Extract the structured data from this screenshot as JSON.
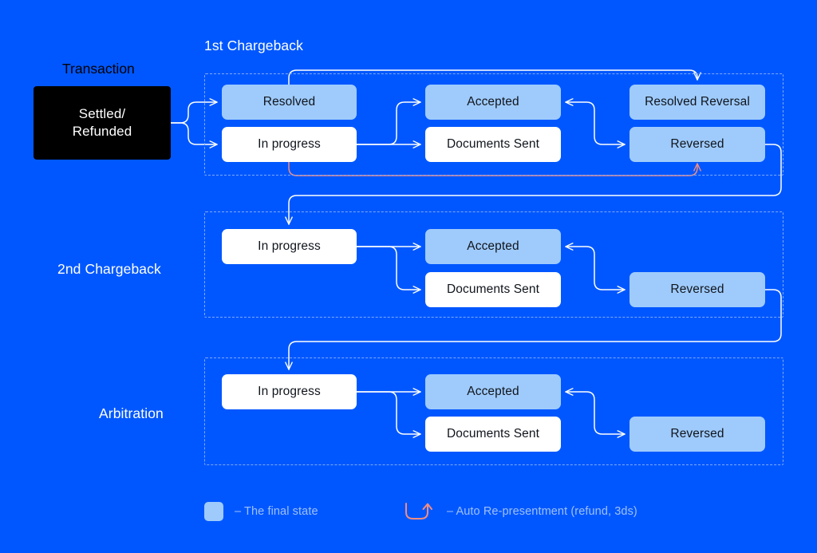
{
  "diagram": {
    "title_labels": {
      "transaction": "Transaction",
      "chargeback_1": "1st Chargeback",
      "chargeback_2": "2nd Chargeback",
      "arbitration": "Arbitration"
    },
    "colors": {
      "background": "#0057FF",
      "final_state": "#9FCBFC",
      "normal_state": "#FFFFFF",
      "transaction_state": "#000000",
      "auto_representment_arrow": "#F28C82",
      "connector": "#FFFFFF",
      "lane_border": "#7FA9FF",
      "legend_text": "#9FC0FF"
    },
    "transaction": {
      "state": "Settled/\nRefunded",
      "state_line_1": "Settled/",
      "state_line_2": "Refunded"
    },
    "lanes": [
      {
        "id": "chargeback-1",
        "label": "1st Chargeback",
        "nodes": [
          {
            "id": "resolved-1",
            "label": "Resolved",
            "final": true
          },
          {
            "id": "in-progress-1",
            "label": "In progress",
            "final": false
          },
          {
            "id": "accepted-1",
            "label": "Accepted",
            "final": true
          },
          {
            "id": "documents-1",
            "label": "Documents Sent",
            "final": false
          },
          {
            "id": "res-reversal-1",
            "label": "Resolved Reversal",
            "final": true
          },
          {
            "id": "reversed-1",
            "label": "Reversed",
            "final": true
          }
        ]
      },
      {
        "id": "chargeback-2",
        "label": "2nd Chargeback",
        "nodes": [
          {
            "id": "in-progress-2",
            "label": "In progress",
            "final": false
          },
          {
            "id": "accepted-2",
            "label": "Accepted",
            "final": true
          },
          {
            "id": "documents-2",
            "label": "Documents Sent",
            "final": false
          },
          {
            "id": "reversed-2",
            "label": "Reversed",
            "final": true
          }
        ]
      },
      {
        "id": "arbitration",
        "label": "Arbitration",
        "nodes": [
          {
            "id": "in-progress-3",
            "label": "In progress",
            "final": false
          },
          {
            "id": "accepted-3",
            "label": "Accepted",
            "final": true
          },
          {
            "id": "documents-3",
            "label": "Documents Sent",
            "final": false
          },
          {
            "id": "reversed-3",
            "label": "Reversed",
            "final": true
          }
        ]
      }
    ],
    "legend": [
      {
        "id": "final-state",
        "symbol": "swatch",
        "text": "– The final state"
      },
      {
        "id": "auto-representment",
        "symbol": "curved-arrow",
        "text": "– Auto Re-presentment (refund, 3ds)"
      }
    ]
  }
}
